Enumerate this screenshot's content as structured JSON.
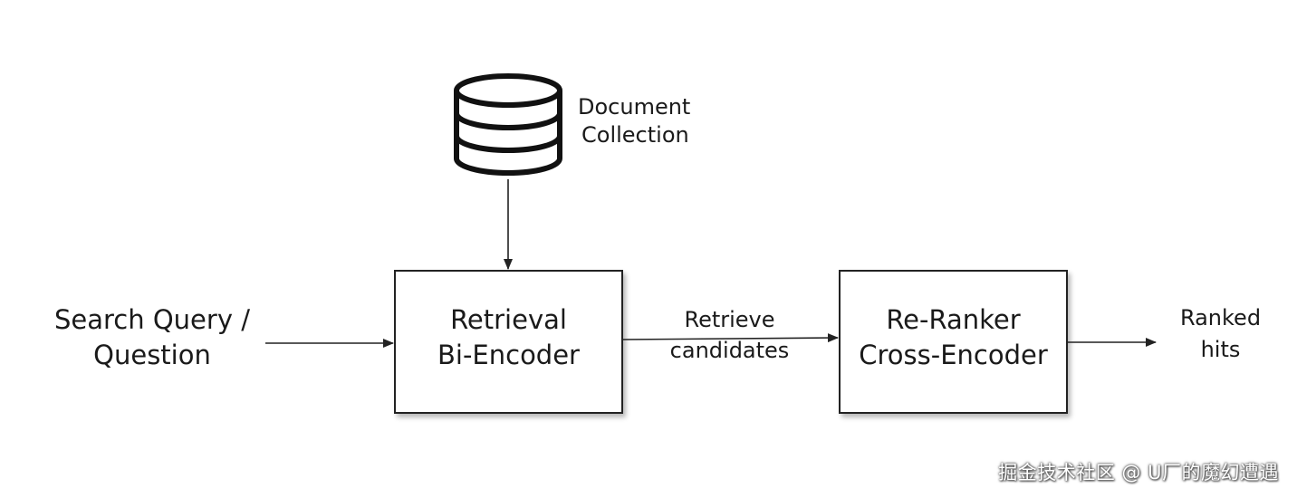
{
  "nodes": {
    "document_collection": {
      "line1": "Document",
      "line2": "Collection"
    },
    "query": {
      "line1": "Search Query /",
      "line2": "Question"
    },
    "retrieval": {
      "line1": "Retrieval",
      "line2": "Bi-Encoder"
    },
    "reranker": {
      "line1": "Re-Ranker",
      "line2": "Cross-Encoder"
    },
    "output": {
      "line1": "Ranked",
      "line2": "hits"
    }
  },
  "edges": {
    "retrieve": {
      "line1": "Retrieve",
      "line2": "candidates"
    }
  },
  "watermark": "掘金技术社区 @ U厂的魔幻遭遇",
  "icons": {
    "database": "database-icon"
  },
  "colors": {
    "stroke": "#222222",
    "text": "#1a1a1a",
    "background": "#ffffff"
  }
}
